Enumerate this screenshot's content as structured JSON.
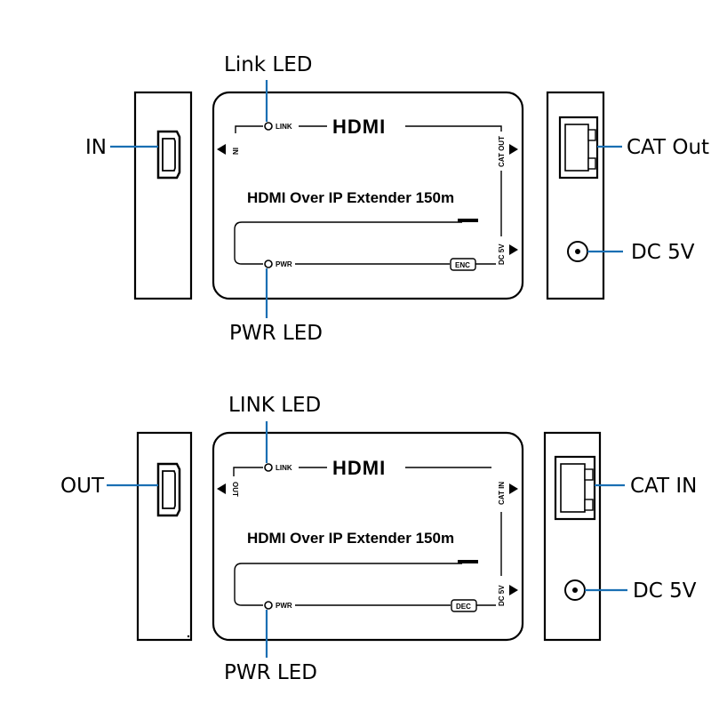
{
  "transmitter": {
    "callouts": {
      "link_led": "Link  LED",
      "pwr_led": "PWR LED",
      "hdmi_port": "IN",
      "cat_port": "CAT Out",
      "dc_port": "DC  5V"
    },
    "face": {
      "brand": "HDMI",
      "product": "HDMI Over IP Extender 150m",
      "link": "LINK",
      "pwr": "PWR",
      "port_left": "IN",
      "port_cat": "CAT OUT",
      "port_dc": "DC 5V",
      "badge": "ENC"
    }
  },
  "receiver": {
    "callouts": {
      "link_led": "LINK  LED",
      "pwr_led": "PWR  LED",
      "hdmi_port": "OUT",
      "cat_port": "CAT  IN",
      "dc_port": "DC 5V"
    },
    "face": {
      "brand": "HDMI",
      "product": "HDMI Over IP Extender 150m",
      "link": "LINK",
      "pwr": "PWR",
      "port_left": "OUT",
      "port_cat": "CAT IN",
      "port_dc": "DC 5V",
      "badge": "DEC"
    }
  },
  "colors": {
    "callout_line": "#1a6fb3",
    "outline": "#000000"
  }
}
